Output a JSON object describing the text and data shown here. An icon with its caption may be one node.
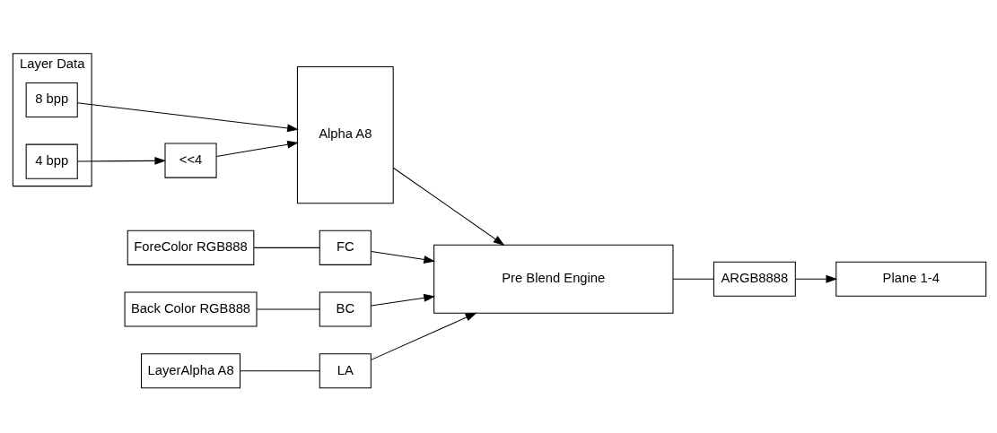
{
  "diagram": {
    "nodes": [
      {
        "text": [
          "Layer Data"
        ]
      },
      {
        "text": [
          "8 bpp"
        ],
        "in": 0
      },
      {
        "text": [
          "4 bpp"
        ],
        "in": 0
      },
      {
        "text": [
          "<<4"
        ]
      },
      {
        "text": [
          "Alpha A8"
        ]
      },
      {
        "text": [
          "ForeColor RGB888"
        ]
      },
      {
        "text": [
          "Back Color RGB888"
        ]
      },
      {
        "text": [
          "LayerAlpha A8"
        ]
      },
      {
        "text": [
          "FC"
        ]
      },
      {
        "text": [
          "BC"
        ]
      },
      {
        "text": [
          "LA"
        ]
      },
      {
        "text": [
          "Pre Blend Engine"
        ]
      },
      {
        "text": [
          "ARGB8888"
        ]
      },
      {
        "text": [
          "Plane 1-4"
        ]
      }
    ],
    "edges": [
      {
        "from": 1,
        "to": 4,
        "arrow": "to"
      },
      {
        "from": 2,
        "to": 3,
        "arrow": "to"
      },
      {
        "from": 3,
        "to": 4,
        "arrow": "to"
      },
      {
        "from": 4,
        "to": 11,
        "arrow": "to"
      },
      {
        "from": 5,
        "to": 8,
        "arrow": "none"
      },
      {
        "from": 6,
        "to": 9,
        "arrow": "none"
      },
      {
        "from": 7,
        "to": 10,
        "arrow": "none"
      },
      {
        "from": 8,
        "to": 11,
        "arrow": "to"
      },
      {
        "from": 9,
        "to": 11,
        "arrow": "to"
      },
      {
        "from": 10,
        "to": 11,
        "arrow": "to"
      },
      {
        "from": 11,
        "to": 12,
        "arrow": "none"
      },
      {
        "from": 12,
        "to": 13,
        "arrow": "to"
      }
    ]
  }
}
